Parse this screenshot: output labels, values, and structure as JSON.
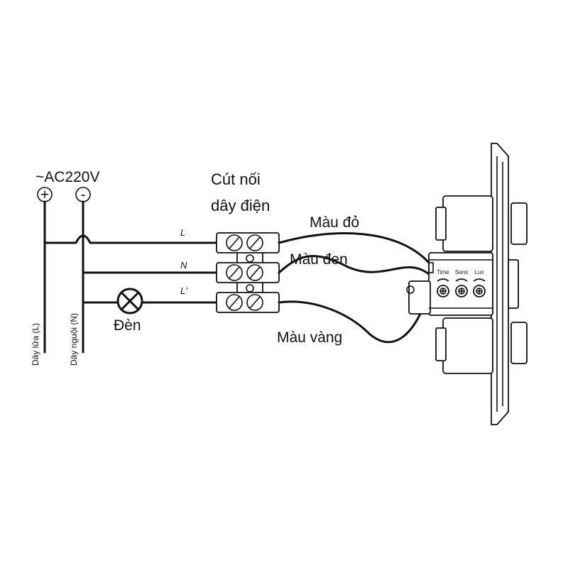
{
  "source": {
    "label": "~AC220V",
    "plus_symbol": "+",
    "minus_symbol": "-"
  },
  "wires": {
    "live_label": "Dây lửa (L)",
    "neutral_label": "Dây nguội (N)",
    "line_L": "L",
    "line_N": "N",
    "line_L_prime": "L'"
  },
  "lamp": {
    "label": "Đèn"
  },
  "connector": {
    "title_line1": "Cút nối",
    "title_line2": "dây điện"
  },
  "leads": {
    "red": "Màu đỏ",
    "black": "Màu đen",
    "yellow": "Màu vàng"
  },
  "sensor": {
    "knob_time": "Time",
    "knob_sens": "Sens",
    "knob_lux": "Lux"
  },
  "colors": {
    "line": "#111111",
    "background": "#ffffff"
  }
}
